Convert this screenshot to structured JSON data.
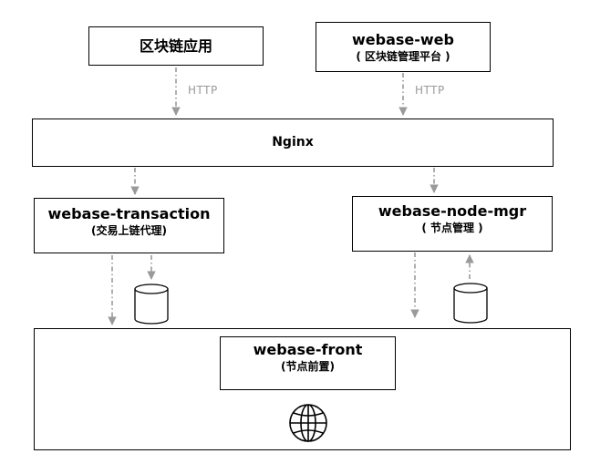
{
  "blockchain_app": {
    "title": "区块链应用"
  },
  "webase_web": {
    "title": "webase-web",
    "subtitle": "( 区块链管理平台 )"
  },
  "protocol_left": "HTTP",
  "protocol_right": "HTTP",
  "nginx": {
    "title": "Nginx"
  },
  "transaction": {
    "title": "webase-transaction",
    "subtitle": "(交易上链代理)"
  },
  "node_mgr": {
    "title": "webase-node-mgr",
    "subtitle": "( 节点管理 )"
  },
  "front": {
    "title": "webase-front",
    "subtitle": "(节点前置)"
  },
  "icons": {
    "database": "database-icon",
    "globe": "globe-icon"
  },
  "colors": {
    "border": "#000000",
    "connector": "#9a9a9a",
    "label": "#9a9a9a"
  }
}
